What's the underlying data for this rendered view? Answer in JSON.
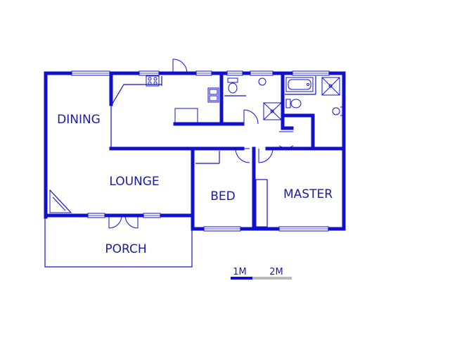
{
  "rooms": {
    "dining": "DINING",
    "lounge": "LOUNGE",
    "bed": "BED",
    "master": "MASTER",
    "porch": "PORCH"
  },
  "scale": {
    "label_1": "1M",
    "label_2": "2M"
  },
  "colors": {
    "wall": "#1111cc",
    "label": "#1a1aa6",
    "scale_primary": "#1111cc",
    "scale_secondary": "#bbbbbb"
  }
}
